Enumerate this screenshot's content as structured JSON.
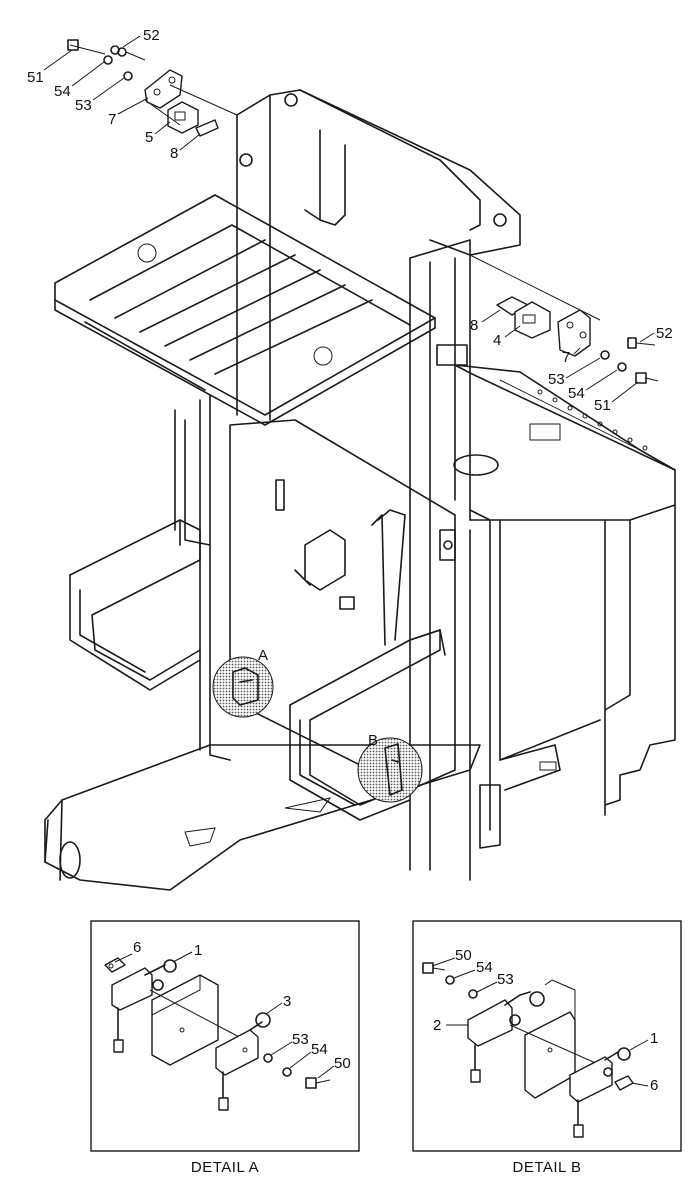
{
  "main_callouts": [
    {
      "id": "c51a",
      "label": "51"
    },
    {
      "id": "c52a",
      "label": "52"
    },
    {
      "id": "c54a",
      "label": "54"
    },
    {
      "id": "c53a",
      "label": "53"
    },
    {
      "id": "c7a",
      "label": "7"
    },
    {
      "id": "c5",
      "label": "5"
    },
    {
      "id": "c8a",
      "label": "8"
    },
    {
      "id": "c8b",
      "label": "8"
    },
    {
      "id": "c4",
      "label": "4"
    },
    {
      "id": "c52b",
      "label": "52"
    },
    {
      "id": "c7b",
      "label": "7"
    },
    {
      "id": "c53b",
      "label": "53"
    },
    {
      "id": "c54b",
      "label": "54"
    },
    {
      "id": "c51b",
      "label": "51"
    }
  ],
  "detail_markers": {
    "a": "A",
    "b": "B"
  },
  "detail_a": {
    "title": "DETAIL A",
    "callouts": [
      {
        "id": "a6",
        "label": "6"
      },
      {
        "id": "a1",
        "label": "1"
      },
      {
        "id": "a3",
        "label": "3"
      },
      {
        "id": "a53",
        "label": "53"
      },
      {
        "id": "a54",
        "label": "54"
      },
      {
        "id": "a50",
        "label": "50"
      }
    ]
  },
  "detail_b": {
    "title": "DETAIL B",
    "callouts": [
      {
        "id": "b50",
        "label": "50"
      },
      {
        "id": "b54",
        "label": "54"
      },
      {
        "id": "b53",
        "label": "53"
      },
      {
        "id": "b2",
        "label": "2"
      },
      {
        "id": "b1",
        "label": "1"
      },
      {
        "id": "b6",
        "label": "6"
      }
    ]
  }
}
